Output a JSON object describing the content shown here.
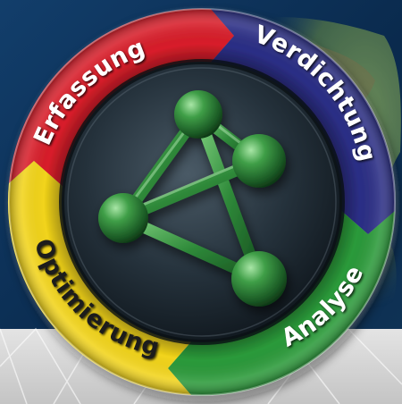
{
  "diagram": {
    "type": "cycle",
    "segments": [
      {
        "label": "Erfassung",
        "color": "#d81e2a"
      },
      {
        "label": "Verdichtung",
        "color": "#2c2f86"
      },
      {
        "label": "Analyse",
        "color": "#2b9a3a"
      },
      {
        "label": "Optimierung",
        "color": "#f2d41a"
      }
    ],
    "center_icon": "molecule-tetrahedron-icon",
    "center_icon_color": "#2e8a3a",
    "background": {
      "sky_color": "#0f3a66",
      "floor_color": "#d6d6d6",
      "map_icon": "world-map-icon"
    }
  }
}
